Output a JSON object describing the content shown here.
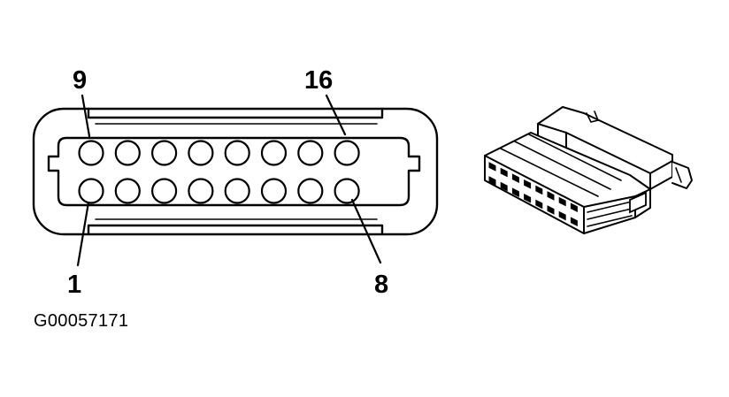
{
  "connector_face": {
    "pin_labels": {
      "top_left": "9",
      "top_right": "16",
      "bottom_left": "1",
      "bottom_right": "8"
    },
    "pins_per_row": 8,
    "rows": 2
  },
  "figure_id": "G00057171",
  "colors": {
    "line": "#000000",
    "background": "#ffffff"
  }
}
